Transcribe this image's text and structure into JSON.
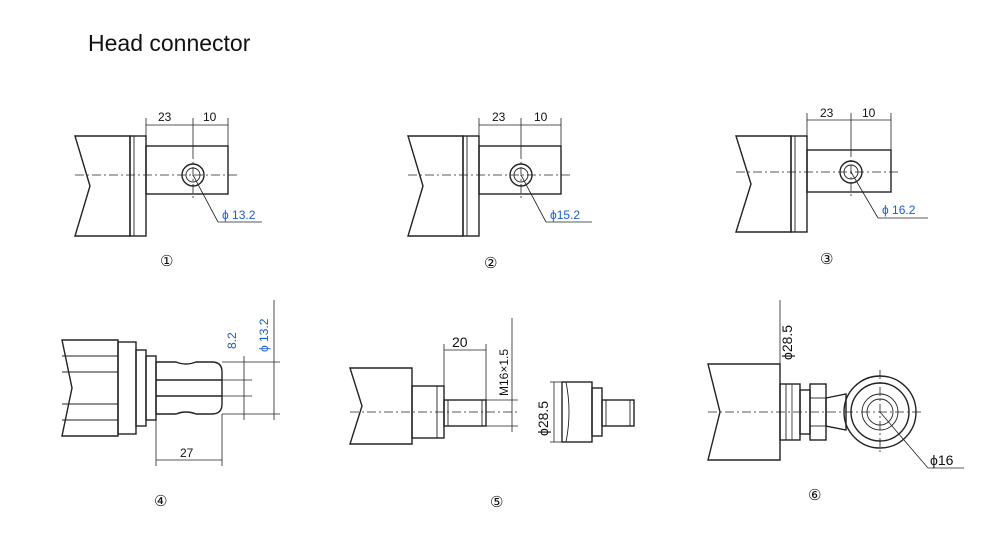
{
  "title": "Head connector",
  "variants": [
    {
      "marker": "①",
      "dim_a": "23",
      "dim_b": "10",
      "hole": "ϕ 13.2"
    },
    {
      "marker": "②",
      "dim_a": "23",
      "dim_b": "10",
      "hole": "ϕ15.2"
    },
    {
      "marker": "③",
      "dim_a": "23",
      "dim_b": "10",
      "hole": "ϕ 16.2"
    },
    {
      "marker": "④",
      "slot": "8.2",
      "dia": "ϕ 13.2",
      "length": "27"
    },
    {
      "marker": "⑤",
      "length": "20",
      "thread": "M16×1.5",
      "dia": "ϕ28.5"
    },
    {
      "marker": "⑥",
      "dia": "ϕ28.5",
      "eye": "ϕ16"
    }
  ],
  "colors": {
    "blue_dims": "#1a5bd6",
    "lines": "#222222"
  }
}
